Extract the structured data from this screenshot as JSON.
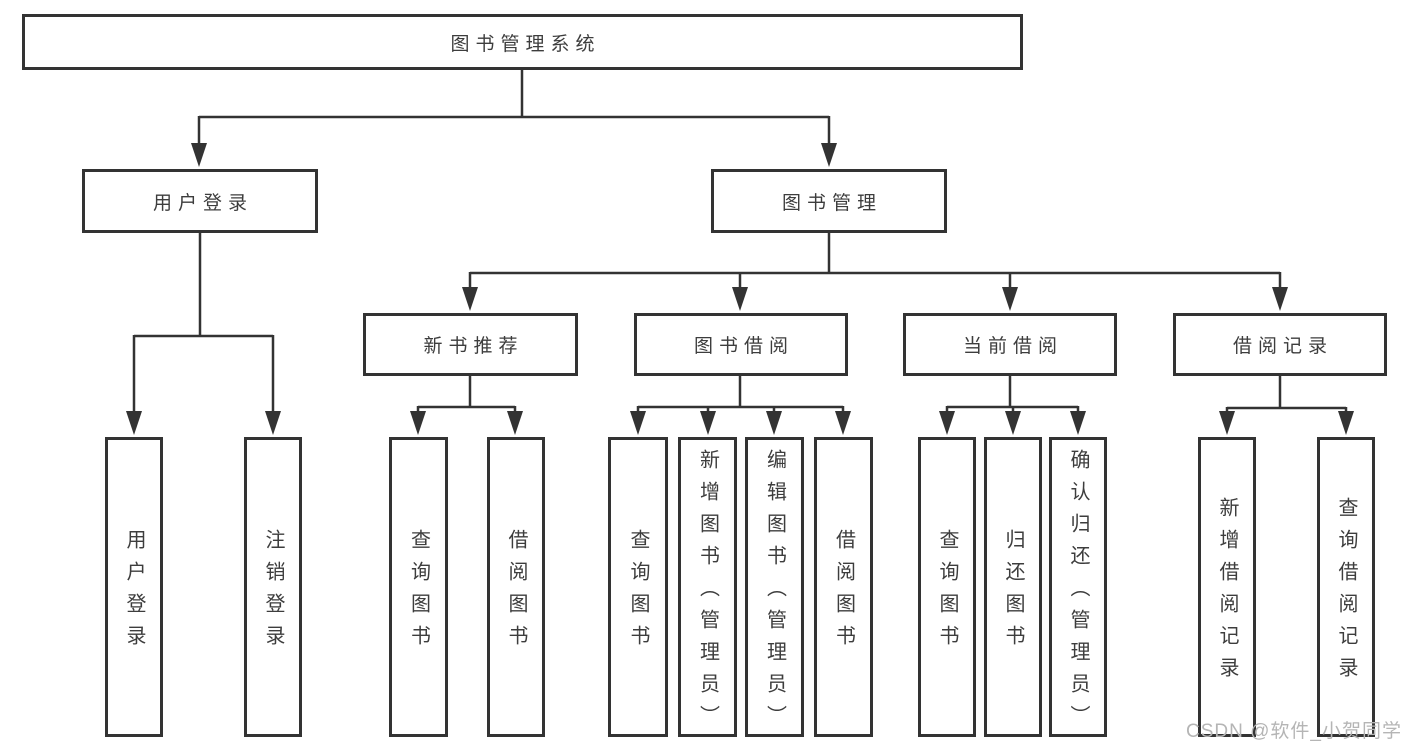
{
  "tree": {
    "label": "图书管理系统",
    "children": [
      {
        "label": "用户登录",
        "children": [
          {
            "label": "用户登录"
          },
          {
            "label": "注销登录"
          }
        ]
      },
      {
        "label": "图书管理",
        "children": [
          {
            "label": "新书推荐",
            "children": [
              {
                "label": "查询图书"
              },
              {
                "label": "借阅图书"
              }
            ]
          },
          {
            "label": "图书借阅",
            "children": [
              {
                "label": "查询图书"
              },
              {
                "label": "新增图书（管理员）"
              },
              {
                "label": "编辑图书（管理员）"
              },
              {
                "label": "借阅图书"
              }
            ]
          },
          {
            "label": "当前借阅",
            "children": [
              {
                "label": "查询图书"
              },
              {
                "label": "归还图书"
              },
              {
                "label": "确认归还（管理员）"
              }
            ]
          },
          {
            "label": "借阅记录",
            "children": [
              {
                "label": "新增借阅记录"
              },
              {
                "label": "查询借阅记录"
              }
            ]
          }
        ]
      }
    ]
  },
  "watermark": "CSDN @软件_小贺同学",
  "colors": {
    "line": "#333333",
    "box_border": "#333333",
    "box_fill": "#ffffff",
    "text": "#3d3d3d",
    "watermark": "#b5b5b5",
    "background": "#ffffff"
  }
}
